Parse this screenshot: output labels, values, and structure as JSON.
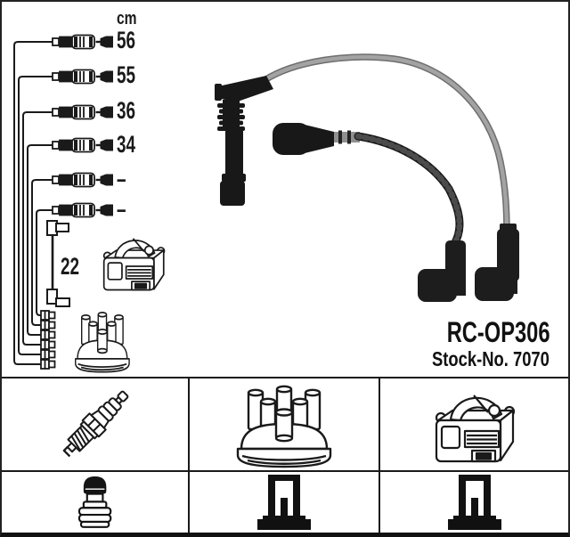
{
  "part": {
    "code": "RC-OP306",
    "stock": "Stock-No. 7070"
  },
  "measure": {
    "unit": "cm",
    "lengths": [
      "56",
      "55",
      "36",
      "34",
      "–",
      "–"
    ],
    "coil_wire": "22"
  },
  "legend": {
    "row1": [
      "spark-plug",
      "distributor-cap",
      "ignition-coil"
    ],
    "row2": [
      "plug-boot",
      "coil-connector",
      "coil-connector"
    ]
  },
  "colors": {
    "ink": "#1a1a1a",
    "cable_gray": "#a3a3a3",
    "cable_black": "#1d1d1d",
    "border": "#111111"
  }
}
